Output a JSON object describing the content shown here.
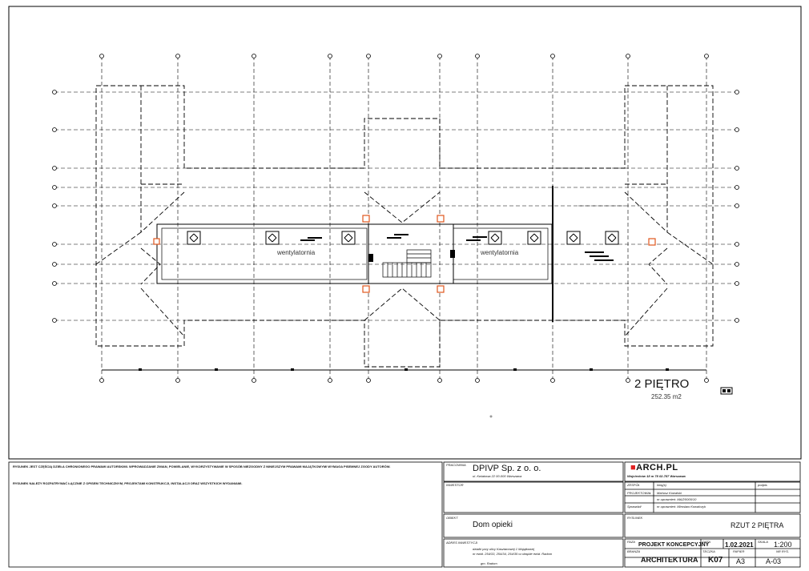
{
  "drawing": {
    "floor_title": "2 PIĘTRO",
    "floor_area": "252.35 m2",
    "room_left": "wentylatornia",
    "room_right": "wentylatornia"
  },
  "titleblock": {
    "note1": "RYSUNEK JEST CZĘŚCIĄ DZIEŁA CHRONIONEGO PRAWAMI AUTORSKIMI. WPROWADZANIE ZMIAN, POWIELANIE, WYKORZYSTYWANIE W SPOSÓB NIEZGODNY Z NINIEJSZYM PRAWAMI MAJĄTKOWYMI WYMAGA PISEMNEJ ZGODY AUTORÓW.",
    "note2": "RYSUNEK NALEŻY ROZPATRYWAĆ ŁĄCZNIE Z OPISEM TECHNICZNYM, PROJEKTAMI KONSTRUKCJI, INSTALACJI ORAZ WSZYSTKICH WYDANIAMI.",
    "pracownia_label": "PRACOWNIA",
    "company": "DPIVP Sp. z o. o.",
    "company_address": "ul. Kwiatowa 22 00-000 Warszawa",
    "logo": "ARCH.PL",
    "logo_address": "Wojciechów 18 m 78 02-787 Warszawa",
    "inwestor_label": "INWESTOR",
    "zespol_label": "ZESPÓŁ",
    "projektowal_label": "PROJEKTOWAŁ",
    "sprawdzil_label": "Sprawdził",
    "imie_label": "imię(ś)",
    "podpis_label": "podpis",
    "projektant_name": "Mariusz Kowalski",
    "projektant_upr": "nr uprawnień: MAZ/0000/10",
    "sprawdzajacy": "nr uprawnień: Mirosław Kowalczyk",
    "obiekt_label": "OBIEKT",
    "obiekt": "Dom opieki",
    "rysunek_label": "RYSUNEK",
    "rysunek": "RZUT 2 PIĘTRA",
    "adres_label": "ADRES INWESTYCJI",
    "adres_lines": [
      "działki przy ulicy Kasztanowej 1 Majątkowej",
      "nr ewid. 254/33, 254/34, 254/35 w obrębie ewid. Radom",
      "gm. Radom"
    ],
    "faza_label": "FAZA",
    "faza": "PROJEKT KONCEPCYJNY",
    "data_label": "DATA",
    "data": "1.02.2021",
    "skala_label": "SKALA",
    "skala": "1:200",
    "branza_label": "BRANŻA",
    "branza": "ARCHITEKTURA",
    "teczka_label": "TECZKA",
    "teczka": "K07",
    "papier_label": "PAPIER",
    "papier": "A3",
    "nr_label": "NR RYS.",
    "nr": "A-03"
  }
}
